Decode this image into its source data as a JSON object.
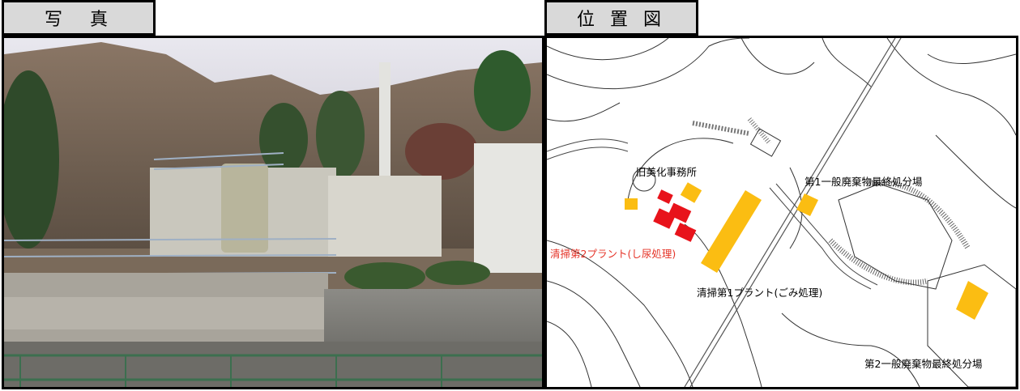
{
  "headers": {
    "photo_title": "写　真",
    "map_title": "位 置 図"
  },
  "map": {
    "labels": {
      "old_office": "旧美化事務所",
      "landfill_1": "第1一般廃棄物最終処分場",
      "plant_2": "清掃第2プラント(し尿処理)",
      "plant_1": "清掃第1プラント(ごみ処理)",
      "landfill_2": "第2一般廃棄物最終処分場"
    },
    "colors": {
      "plant_2": "#e8131b",
      "facility": "#fbbd12"
    }
  }
}
